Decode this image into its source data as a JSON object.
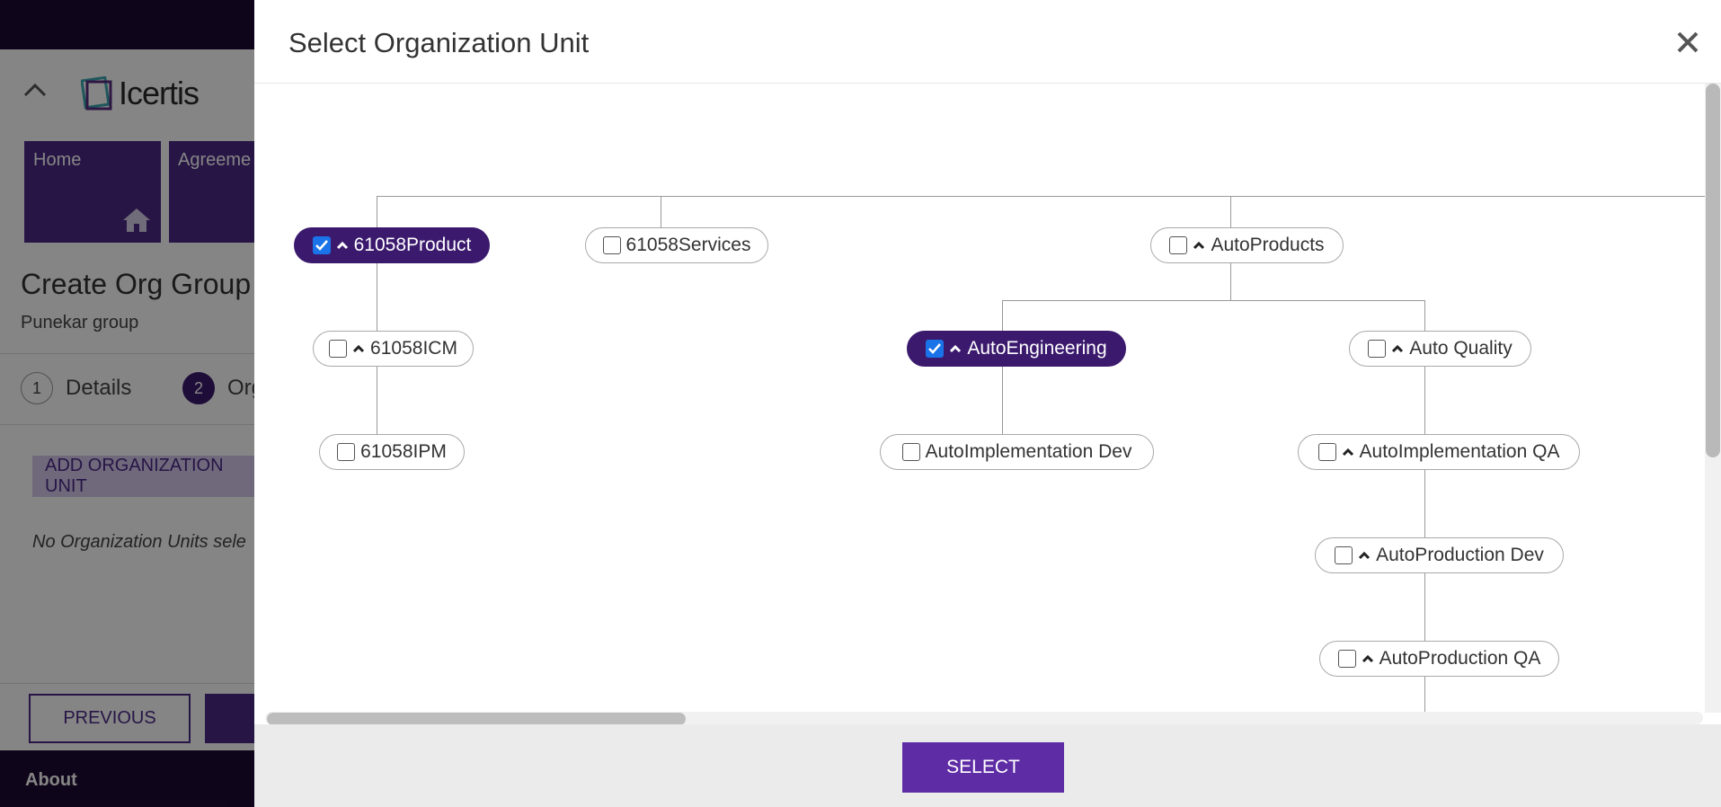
{
  "background": {
    "logo_text": "Icertis",
    "tiles": [
      {
        "label": "Home"
      },
      {
        "label": "Agreeme"
      }
    ],
    "page_title": "Create Org Group",
    "page_subtitle": "Punekar group",
    "steps": [
      {
        "number": "1",
        "label": "Details"
      },
      {
        "number": "2",
        "label": "Org"
      }
    ],
    "add_button": "ADD ORGANIZATION UNIT",
    "empty_text": "No Organization Units sele",
    "previous_button": "PREVIOUS",
    "about": "About"
  },
  "modal": {
    "title": "Select Organization Unit",
    "select_button": "SELECT",
    "nodes": {
      "n61058product": {
        "label": "61058Product",
        "checked": true
      },
      "n61058services": {
        "label": "61058Services",
        "checked": false
      },
      "autoproducts": {
        "label": "AutoProducts",
        "checked": false
      },
      "n61058icm": {
        "label": "61058ICM",
        "checked": false
      },
      "autoengineering": {
        "label": "AutoEngineering",
        "checked": true
      },
      "autoquality": {
        "label": "Auto Quality",
        "checked": false
      },
      "n61058ipm": {
        "label": "61058IPM",
        "checked": false
      },
      "autoimpldev": {
        "label": "AutoImplementation Dev",
        "checked": false
      },
      "autoimplqa": {
        "label": "AutoImplementation QA",
        "checked": false
      },
      "autoproddev": {
        "label": "AutoProduction Dev",
        "checked": false
      },
      "autoprodqa": {
        "label": "AutoProduction QA",
        "checked": false
      }
    }
  },
  "colors": {
    "brand_dark": "#1d0b33",
    "brand_purple": "#4b2a86",
    "selected_node": "#3b1a6e",
    "select_button": "#5e2ca5",
    "checkbox_checked": "#1a73e8"
  }
}
